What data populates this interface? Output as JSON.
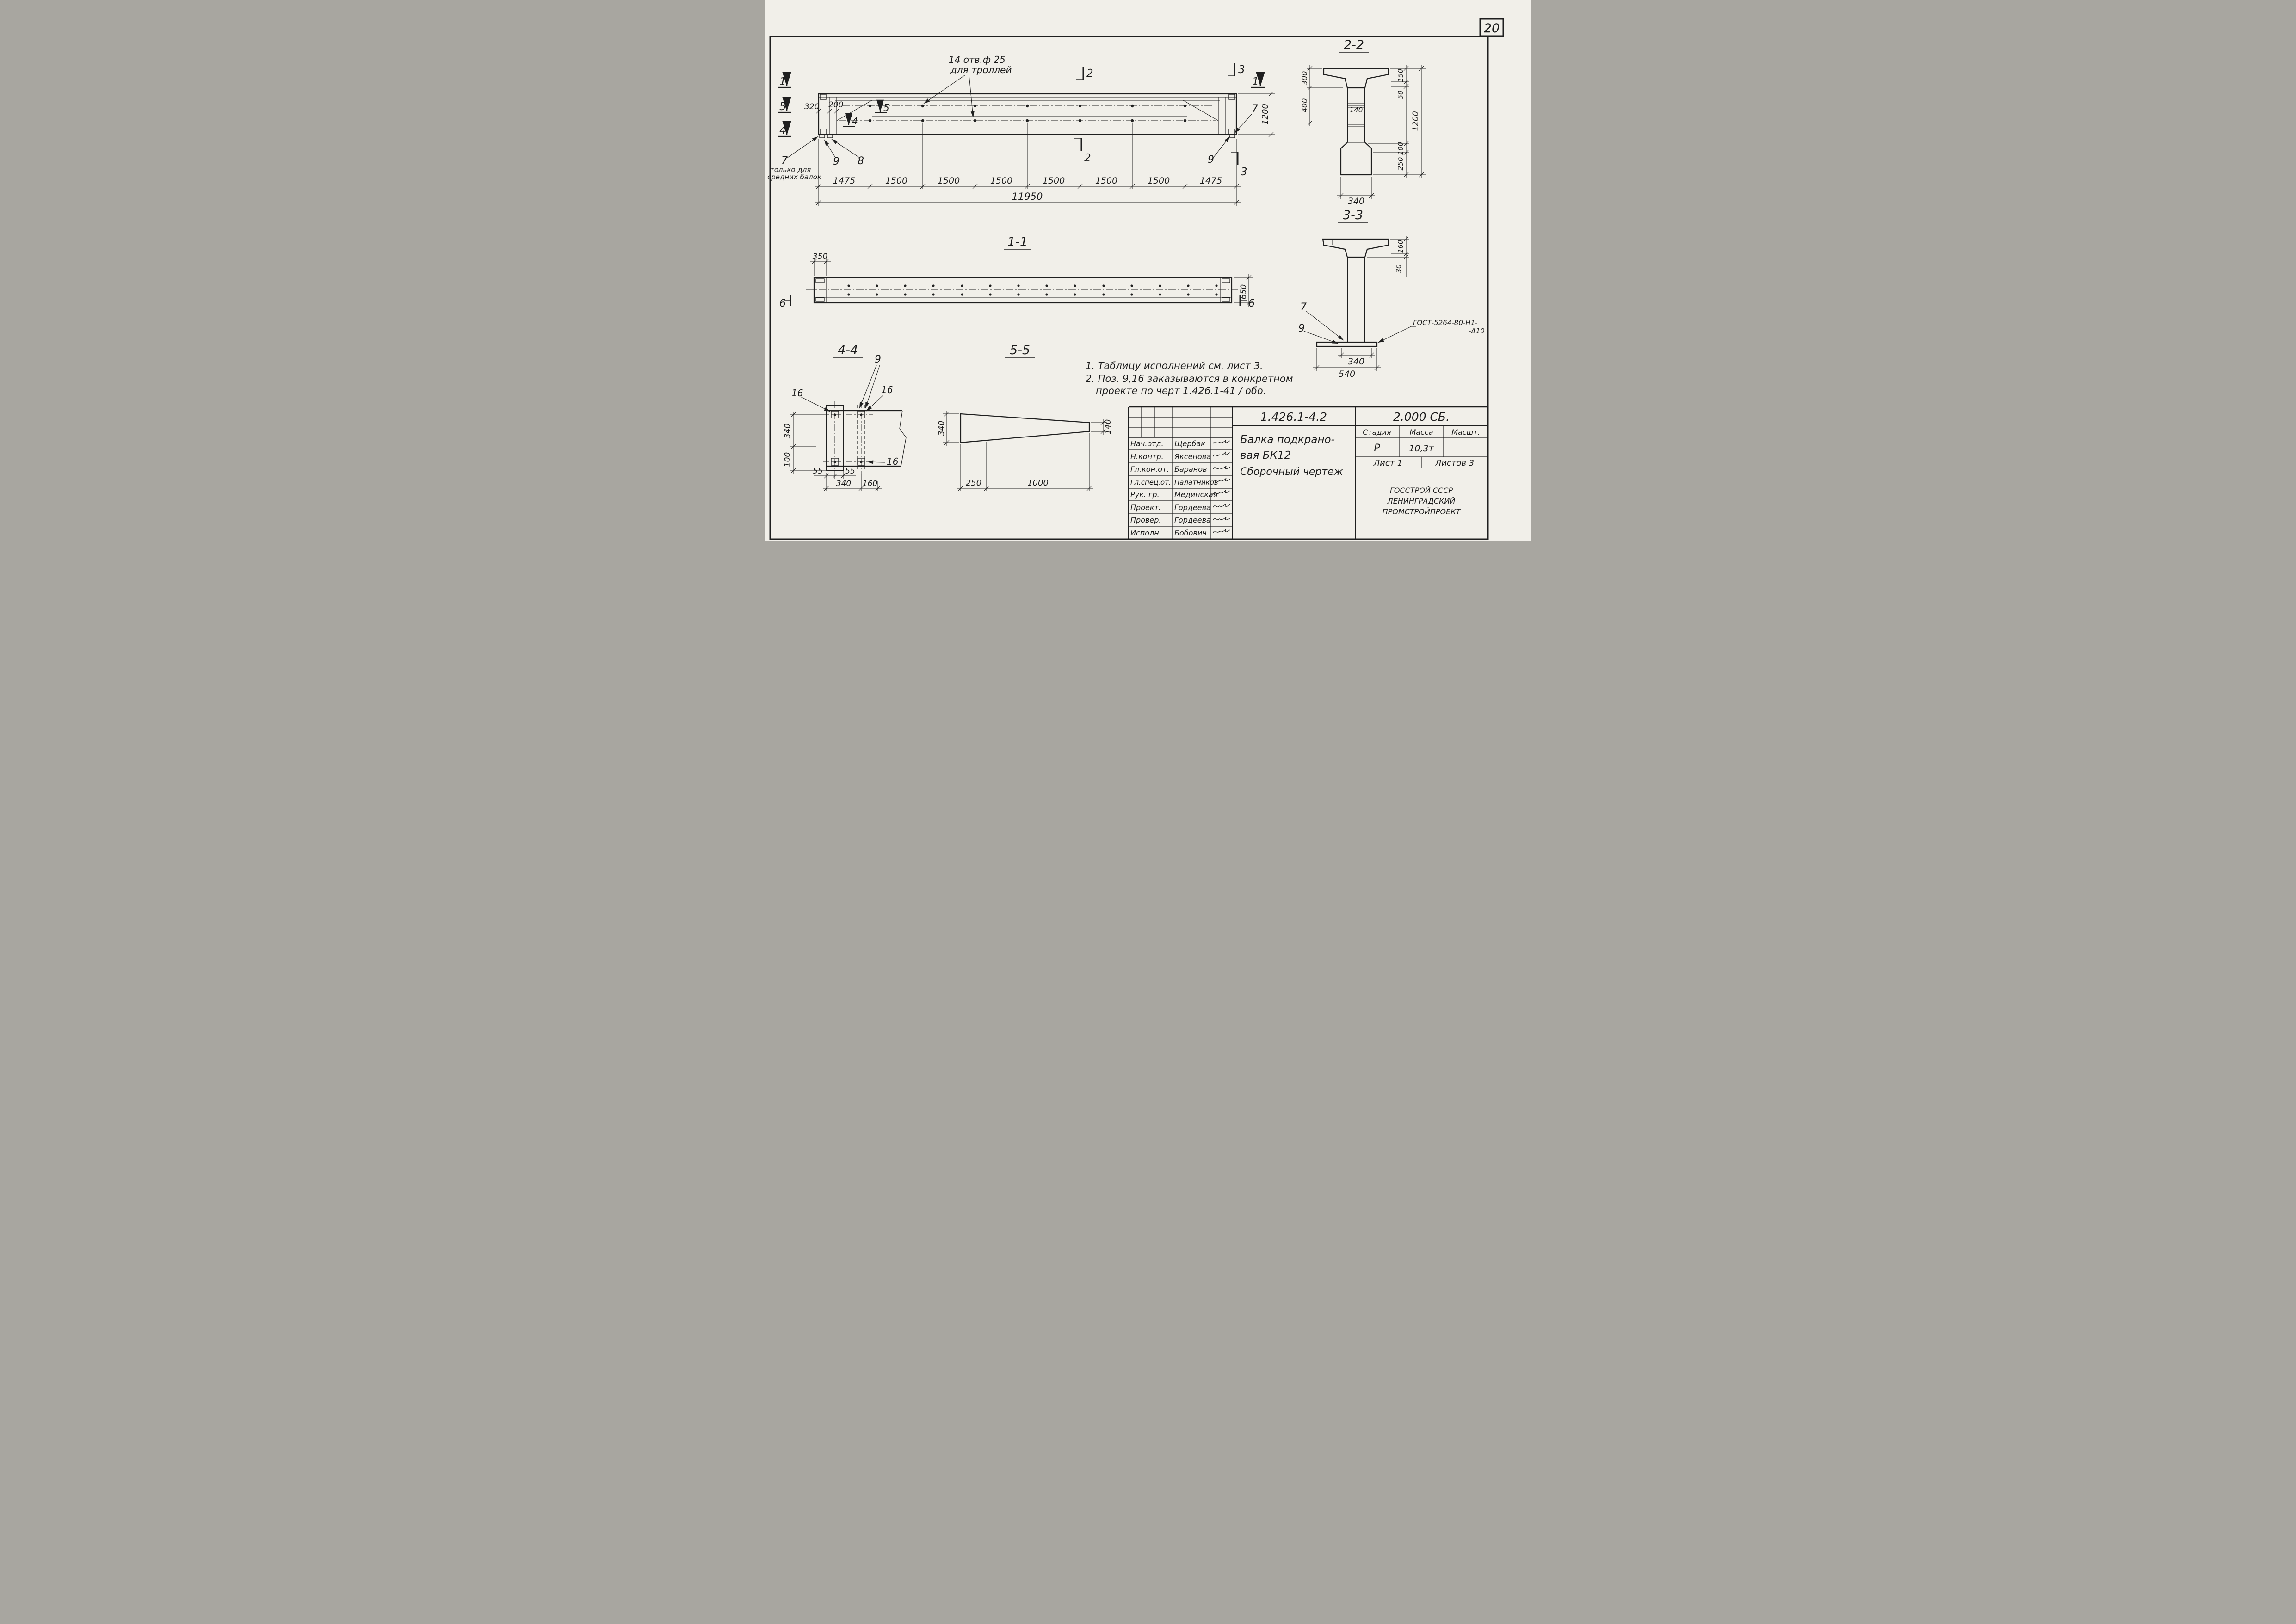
{
  "page": {
    "number": "20"
  },
  "colors": {
    "ink": "#1f1f1f",
    "paper": "#f1efe9"
  },
  "elevation": {
    "holes_note": [
      "14 отв.ф 25",
      "для троллей"
    ],
    "left_note": [
      "только для",
      "средних балок"
    ],
    "callouts": {
      "c7_left": "7",
      "c9_left": "9",
      "c8": "8",
      "c7_right": "7",
      "c9_right": "9"
    },
    "cuts": {
      "left_1": "1",
      "left_5": "5",
      "left_4": "4",
      "right_1": "1",
      "top_2": "2",
      "bottom_2": "2",
      "top_3": "3",
      "bottom_3": "3",
      "inner_5": "5",
      "inner_4": "4"
    },
    "dims": {
      "d320": "320",
      "d200": "200",
      "segments": [
        "1475",
        "1500",
        "1500",
        "1500",
        "1500",
        "1500",
        "1500",
        "1475"
      ],
      "total": "11950",
      "height": "1200"
    }
  },
  "section_2_2": {
    "title": "2-2",
    "dims": {
      "d300": "300",
      "d400": "400",
      "d140": "140",
      "d150": "150",
      "d50": "50",
      "d100": "100",
      "d250": "250",
      "d1200": "1200",
      "d340": "340"
    }
  },
  "section_1_1": {
    "title": "1-1",
    "dims": {
      "d350": "350",
      "d650": "650"
    },
    "cuts": {
      "left_6": "6",
      "right_6": "6"
    }
  },
  "section_3_3": {
    "title": "3-3",
    "dims": {
      "d160": "160",
      "d30": "30",
      "d340": "340",
      "d540": "540"
    },
    "callouts": {
      "c7": "7",
      "c9": "9"
    },
    "weld_note": [
      "ГОСТ-5264-80-Н1-",
      "-Δ10"
    ]
  },
  "section_4_4": {
    "title": "4-4",
    "callouts": {
      "c9": "9",
      "c16_a": "16",
      "c16_b": "16",
      "c16_c": "16"
    },
    "dims": {
      "d340_left": "340",
      "d100": "100",
      "d55_a": "55",
      "d55_b": "55",
      "d340_bottom": "340",
      "d160": "160"
    }
  },
  "section_5_5": {
    "title": "5-5",
    "dims": {
      "d340": "340",
      "d140": "140",
      "d250": "250",
      "d1000": "1000"
    }
  },
  "notes": {
    "line1": "1. Таблицу исполнений  см. лист 3.",
    "line2": "2. Поз. 9,16 заказываются в конкретном",
    "line3": "проекте по черт 1.426.1-41 / обо."
  },
  "title_block": {
    "doc_number": "1.426.1-4.2",
    "doc_code": "2.000 СБ.",
    "rows": [
      {
        "role": "Нач.отд.",
        "name": "Щербак"
      },
      {
        "role": "Н.контр.",
        "name": "Яксенова"
      },
      {
        "role": "Гл.кон.от.",
        "name": "Баранов"
      },
      {
        "role": "Гл.спец.от.",
        "name": "Палатников"
      },
      {
        "role": "Рук. гр.",
        "name": "Мединская"
      },
      {
        "role": "Проект.",
        "name": "Гордеева"
      },
      {
        "role": "Провер.",
        "name": "Гордеева"
      },
      {
        "role": "Исполн.",
        "name": "Бобович"
      }
    ],
    "product_title": [
      "Балка подкрано-",
      "вая БК12",
      "Сборочный чертеж"
    ],
    "stage_label": "Стадия",
    "mass_label": "Масса",
    "scale_label": "Масшт.",
    "stage_value": "Р",
    "mass_value": "10,3т",
    "sheet_label": "Лист 1",
    "sheets_label": "Листов 3",
    "org": [
      "ГОССТРОЙ СССР",
      "ЛЕНИНГРАДСКИЙ",
      "ПРОМСТРОЙПРОЕКТ"
    ]
  }
}
